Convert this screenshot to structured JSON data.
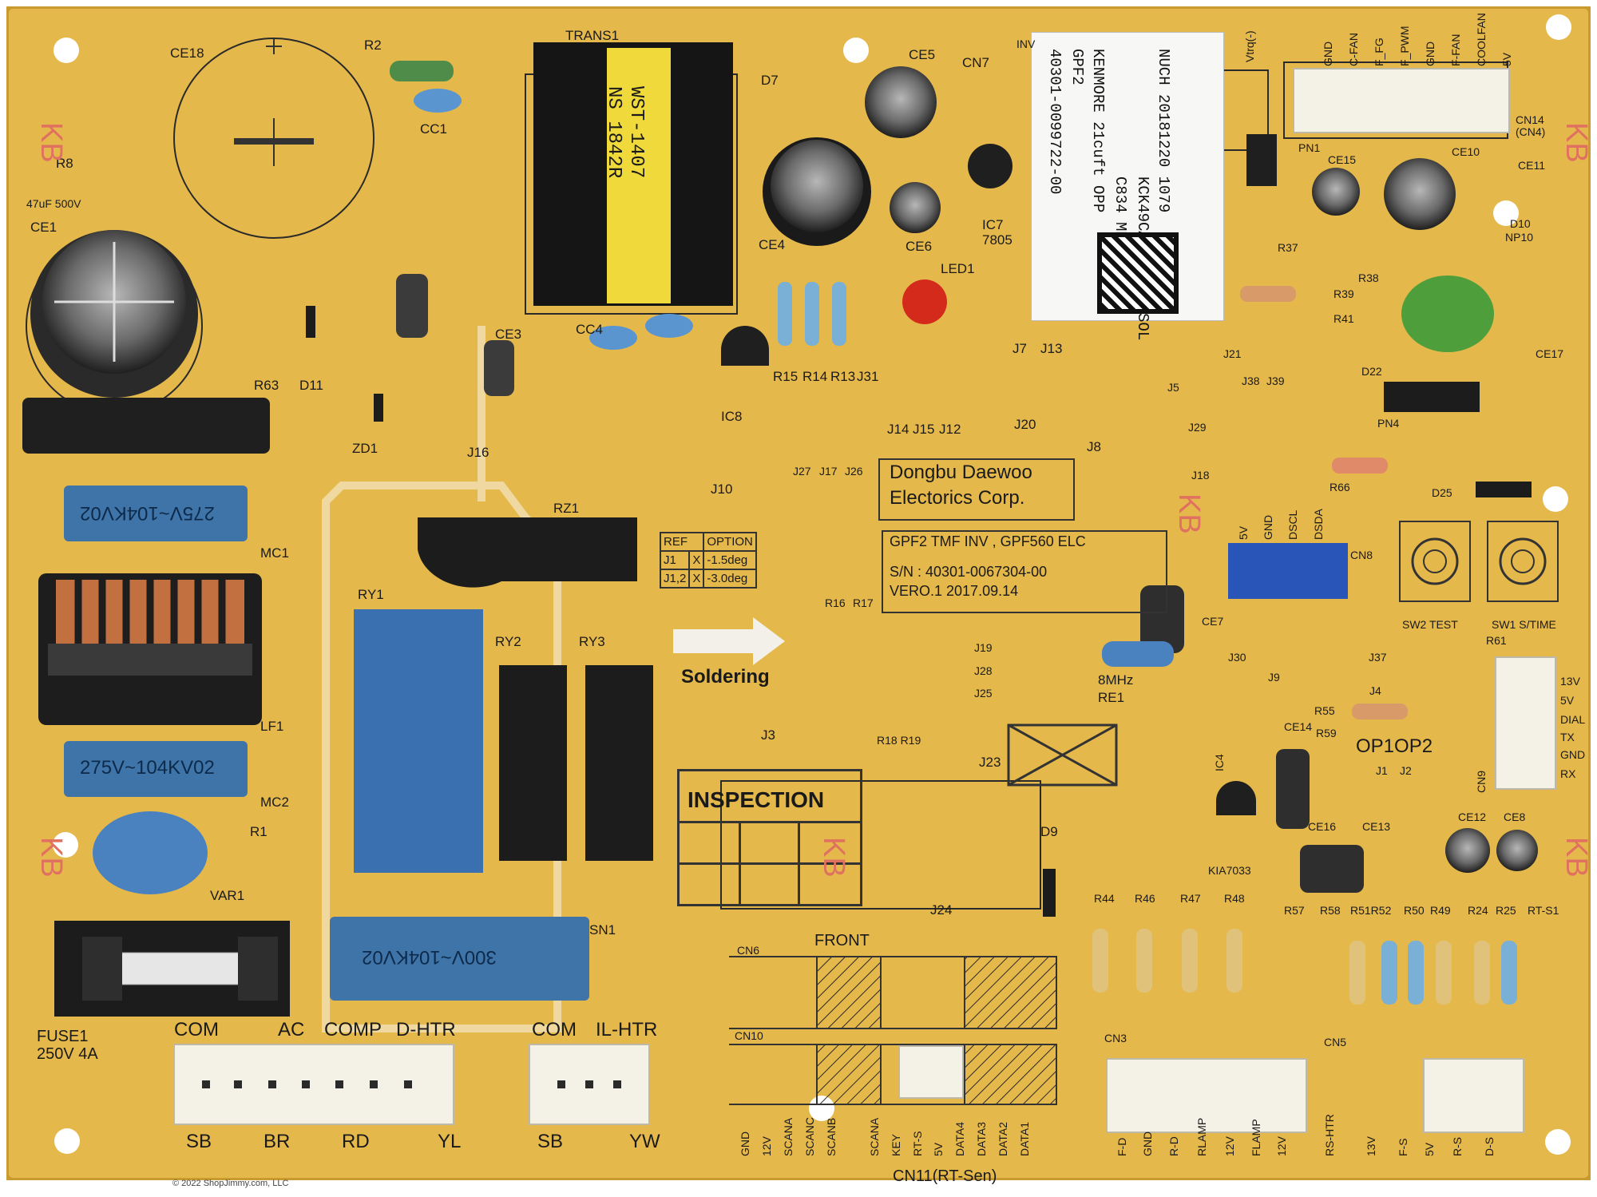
{
  "board": {
    "pcb_color": "#e6b94d",
    "pcb_dark": "#c9982f",
    "silk_color": "#1a1a1a",
    "copyright": "© 2022 ShopJimmy.com, LLC"
  },
  "sticker": {
    "line1": "40301-0099722-00",
    "line2": "GPF2",
    "line3": "KENMORE 21cuft OPP",
    "line4": "C834  MEX",
    "line5": "KCK49CAW1079HANSOL",
    "line6": "NUCH  20181220  1079"
  },
  "transformer": {
    "line1": "WST-1407",
    "line2": "NS  1842R"
  },
  "company": {
    "line1": "Dongbu Daewoo",
    "line2": "Electorics Corp."
  },
  "gpf": {
    "line1": "GPF2  TMF  INV ,  GPF560  ELC",
    "line2": "S/N : 40301-0067304-00",
    "line3": "VERO.1  2017.09.14"
  },
  "ref_table": {
    "h1": "REF",
    "h2": "OPTION",
    "r1a": "J1",
    "r1b": "X",
    "r1c": "-1.5deg",
    "r2a": "J1,2",
    "r2b": "X",
    "r2c": "-3.0deg"
  },
  "caps": {
    "mc1": "275V~104KV02",
    "mc2": "275V~104KV02",
    "sn1": "300V~104KV02"
  },
  "arrow_label": "Soldering",
  "inspection": "INSPECTION",
  "fuse": {
    "line1": "FUSE1",
    "line2": "250V  4A"
  },
  "ce1_rating": "47uF 500V",
  "refs": {
    "CE18": "CE18",
    "R2": "R2",
    "TRANS1": "TRANS1",
    "CE5": "CE5",
    "CN7": "CN7",
    "D7": "D7",
    "CC1": "CC1",
    "R8": "R8",
    "CE1": "CE1",
    "R63": "R63",
    "D11": "D11",
    "ZD1": "ZD1",
    "CE3": "CE3",
    "J16": "J16",
    "CC4": "CC4",
    "IC8": "IC8",
    "CE4": "CE4",
    "CE6": "CE6",
    "IC7": "IC7",
    "IC7v": "7805",
    "LED1": "LED1",
    "R15": "R15",
    "R14": "R14",
    "R13": "R13",
    "J31": "J31",
    "J14": "J14",
    "J15": "J15",
    "J12": "J12",
    "J7": "J7",
    "J13": "J13",
    "J20": "J20",
    "J8": "J8",
    "RY1": "RY1",
    "RY2": "RY2",
    "RY3": "RY3",
    "RZ1": "RZ1",
    "J10": "J10",
    "J27": "J27",
    "J17": "J17",
    "J26": "J26",
    "R16": "R16",
    "R17": "R17",
    "J19": "J19",
    "J28": "J28",
    "J25": "J25",
    "R18": "R18 R19",
    "J3": "J3",
    "J23": "J23",
    "D9": "D9",
    "J24": "J24",
    "MC1": "MC1",
    "LF1": "LF1",
    "MC2": "MC2",
    "R1": "R1",
    "VAR1": "VAR1",
    "SN1": "SN1",
    "CN14": "CN14",
    "CN4": "(CN4)",
    "PN1": "PN1",
    "CE15": "CE15",
    "CE10": "CE10",
    "CE11": "CE11",
    "D10": "D10",
    "NP10": "NP10",
    "R37": "R37",
    "R38": "R38",
    "R39": "R39",
    "R41": "R41",
    "J21": "J21",
    "J38": "J38",
    "J39": "J39",
    "J5": "J5",
    "J29": "J29",
    "D22": "D22",
    "CE17": "CE17",
    "PN4": "PN4",
    "R66": "R66",
    "D25": "D25",
    "J18": "J18",
    "CN8": "CN8",
    "CE7": "CE7",
    "RE1": "RE1",
    "RE1f": "8MHz",
    "J30": "J30",
    "J9": "J9",
    "J37": "J37",
    "J4": "J4",
    "SW2": "SW2  TEST",
    "SW1": "SW1  S/TIME",
    "R61": "R61",
    "R55": "R55",
    "R59": "R59",
    "OP": "OP1OP2",
    "J1": "J1",
    "J2": "J2",
    "CN9": "CN9",
    "CE14": "CE14",
    "IC4": "IC4",
    "KIA": "KIA7033",
    "CE16": "CE16",
    "CE13": "CE13",
    "CE12": "CE12",
    "CE8": "CE8",
    "R44": "R44",
    "R46": "R46",
    "R47": "R47",
    "R48": "R48",
    "R57": "R57",
    "R58": "R58",
    "R51": "R51R52",
    "R50": "R50",
    "R49": "R49",
    "R24": "R24",
    "R25": "R25",
    "RTS1": "RT-S1",
    "CN6": "CN6",
    "FRONT": "FRONT",
    "CN10": "CN10",
    "CN3": "CN3",
    "CN5": "CN5",
    "CN11": "CN11(RT-Sen)"
  },
  "cn14_pins": [
    "GND",
    "C-FAN",
    "F_FG",
    "F_PWM",
    "GND",
    "F-FAN",
    "COOLFAN",
    "5V"
  ],
  "cn8_pins": [
    "5V",
    "GND",
    "DSCL",
    "DSDA"
  ],
  "cn9_pins": [
    "13V",
    "5V",
    "DIAL",
    "TX",
    "GND",
    "RX"
  ],
  "top_left_conn": {
    "com": "COM",
    "ac": "AC",
    "comp": "COMP",
    "dhtr": "D-HTR",
    "sb": "SB",
    "br": "BR",
    "rd": "RD",
    "yl": "YL"
  },
  "mid_conn": {
    "com": "COM",
    "ilhtr": "IL-HTR",
    "sb": "SB",
    "yw": "YW"
  },
  "cn11_pins": [
    "GND",
    "12V",
    "SCANA",
    "SCANC",
    "SCANB",
    "SCANA",
    "KEY",
    "RT-S",
    "5V",
    "DATA4",
    "DATA3",
    "DATA2",
    "DATA1"
  ],
  "cn3_pins": [
    "F-D",
    "GND",
    "R-D",
    "RLAMP",
    "12V",
    "FLAMP",
    "12V"
  ],
  "cn5_pins": [
    "RS-HTR",
    "13V",
    "F-S",
    "5V",
    "R-S",
    "D-S"
  ],
  "inv_label": "INV",
  "vtrq_label": "Vtrq(-)",
  "kb": "KB"
}
